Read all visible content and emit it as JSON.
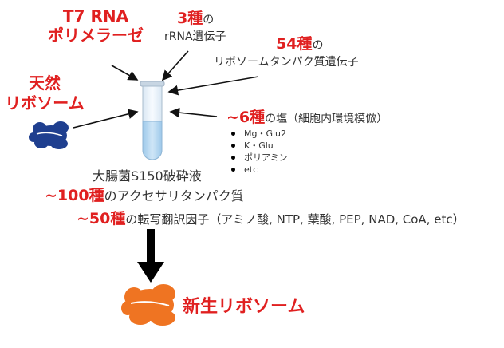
{
  "t7": {
    "line1": "T7 RNA",
    "line2": "ポリメラーゼ"
  },
  "rrna": {
    "count": "3種",
    "suffix": "の",
    "label": "rRNA遺伝子"
  },
  "rprotein": {
    "count": "54種",
    "suffix": "の",
    "label": "リボソームタンパク質遺伝子"
  },
  "natural_ribosome": {
    "line1": "天然",
    "line2": "リボソーム"
  },
  "salts": {
    "count": "~6種",
    "text": "の塩（細胞内環境模倣）",
    "items": [
      "Mg・Glu2",
      "K・Glu",
      "ポリアミン",
      "etc"
    ]
  },
  "extract": "大腸菌S150破砕液",
  "accessory": {
    "count": "~100種",
    "text": "のアクセサリタンパク質"
  },
  "factors": {
    "count": "~50種",
    "text": "の転写翻訳因子（アミノ酸, NTP, 葉酸, PEP, NAD, CoA, etc）"
  },
  "product": "新生リボソーム",
  "colors": {
    "red": "#e02020",
    "ribosome_blue": "#1f3f8f",
    "ribosome_orange": "#ef7422",
    "tube_liquid": "#b8d8f0",
    "tube_glass": "#e9f2fa"
  }
}
